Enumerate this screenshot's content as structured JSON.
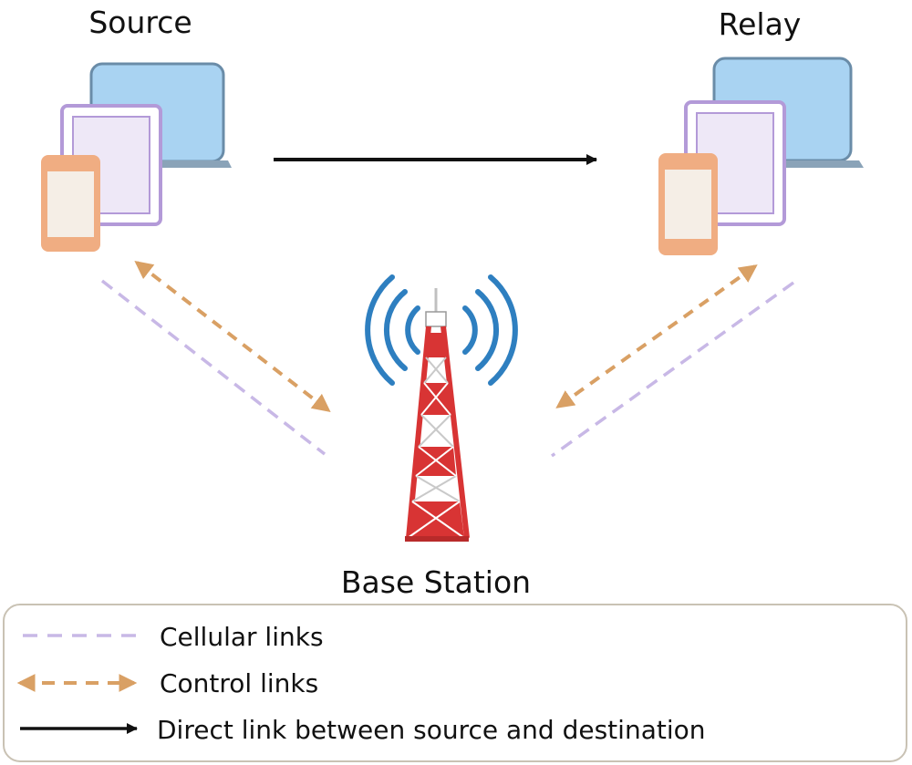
{
  "nodes": {
    "source": {
      "label": "Source"
    },
    "relay": {
      "label": "Relay"
    },
    "base_station": {
      "label": "Base Station"
    }
  },
  "legend": {
    "items": [
      {
        "label": "Cellular links",
        "color": "#c8b8e6",
        "style": "dashed"
      },
      {
        "label": "Control links",
        "color": "#d9a064",
        "style": "dashed-double-arrow"
      },
      {
        "label": "Direct link between source and destination",
        "color": "#111111",
        "style": "solid-arrow"
      }
    ]
  },
  "colors": {
    "laptop": "#a9d3f2",
    "laptop_border": "#6a8ca8",
    "tablet": "#c0a8dd",
    "phone": "#f0ad82",
    "tower_red": "#d83434",
    "signal_blue": "#2e7fc0",
    "legend_border": "#c9c2b4"
  },
  "icons": [
    "laptop-icon",
    "tablet-icon",
    "phone-icon",
    "cell-tower-icon",
    "signal-wave-icon"
  ]
}
